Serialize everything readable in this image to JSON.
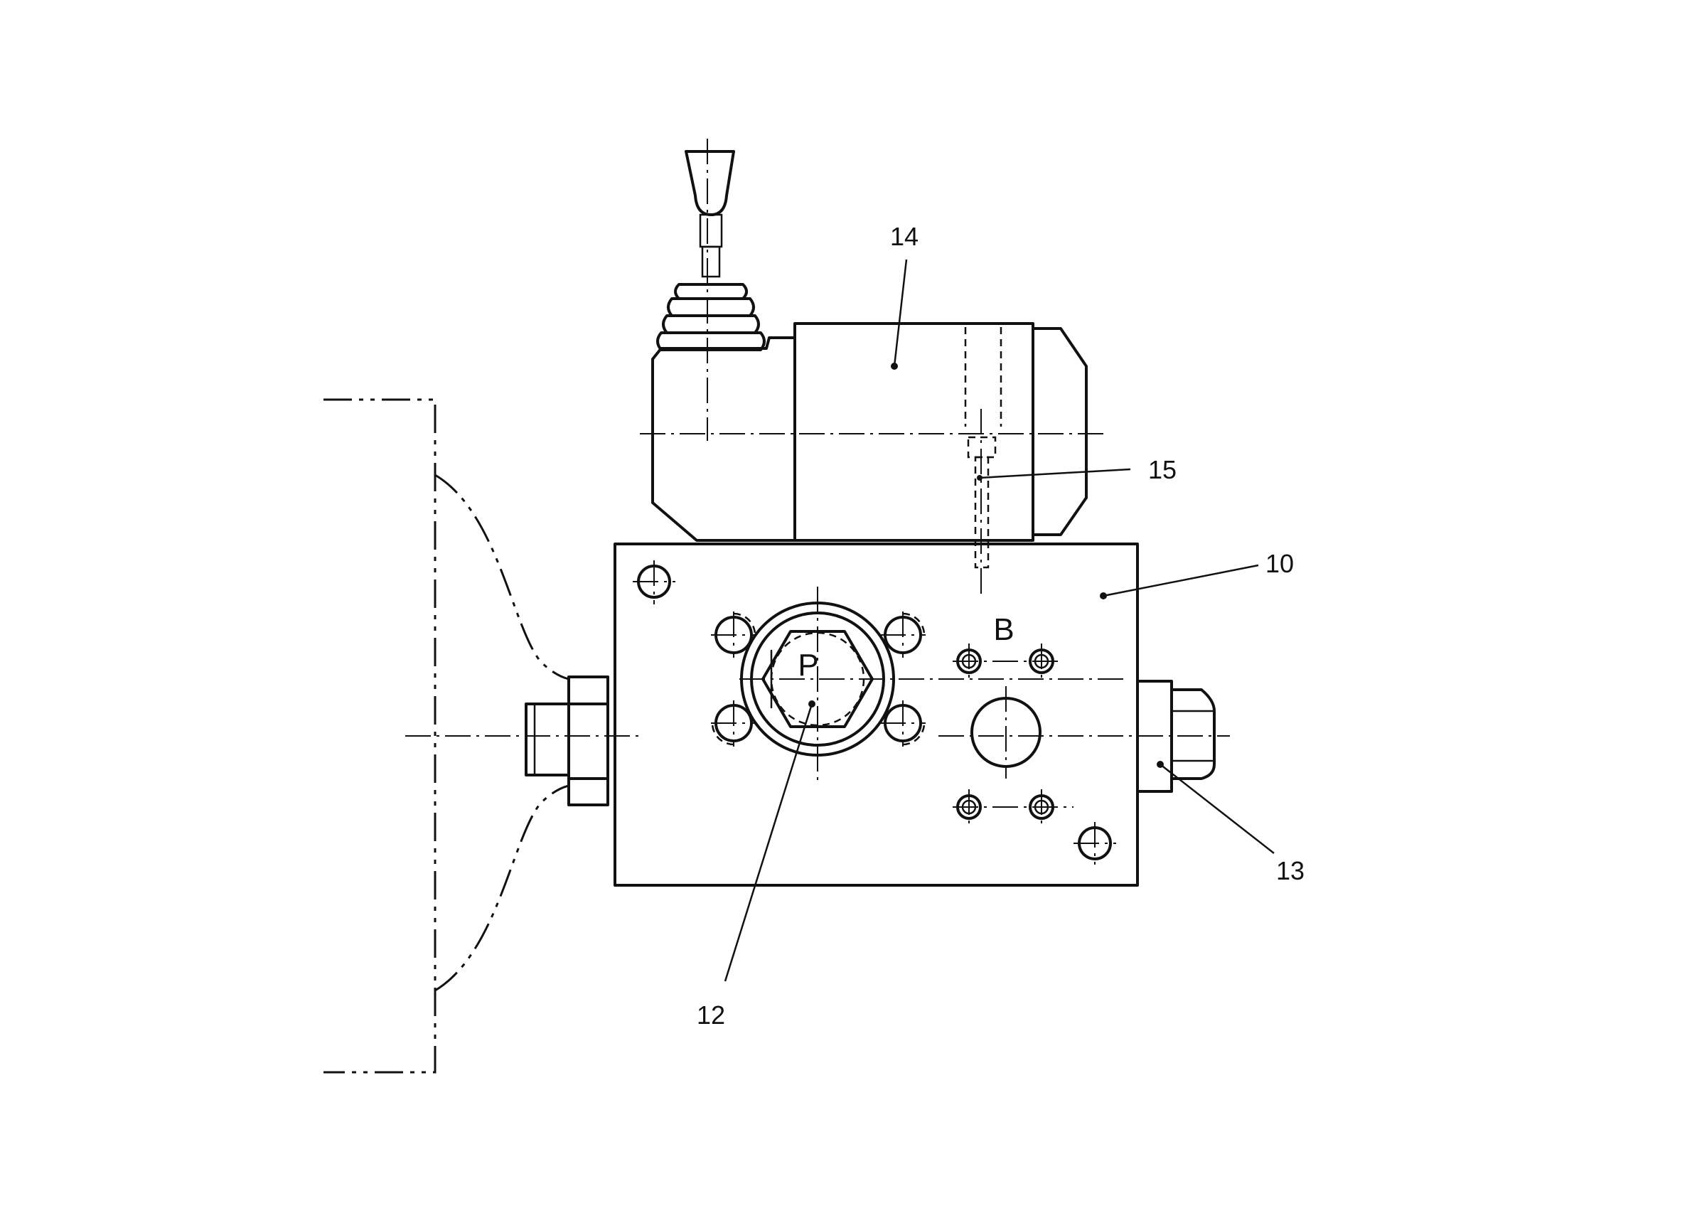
{
  "reference_labels": {
    "r10": "10",
    "r12": "12",
    "r13": "13",
    "r14": "14",
    "r15": "15"
  },
  "port_labels": {
    "p": "P",
    "b": "B"
  }
}
